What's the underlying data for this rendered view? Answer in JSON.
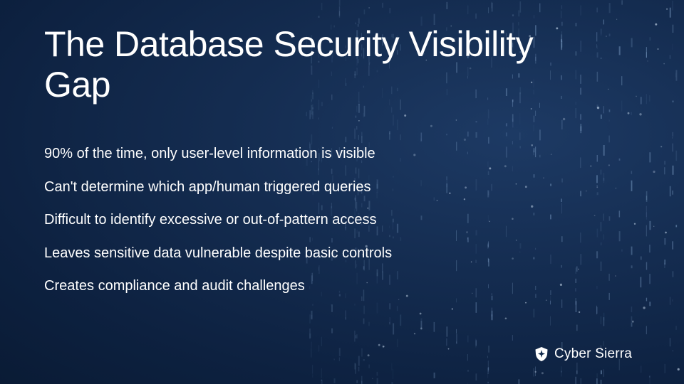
{
  "slide": {
    "title": "The Database Security Visibility Gap",
    "bullets": [
      "90% of the time, only user-level information is visible",
      "Can't determine which app/human triggered queries",
      "Difficult to identify excessive or out-of-pattern access",
      "Leaves sensitive data vulnerable despite basic controls",
      "Creates compliance and audit challenges"
    ]
  },
  "logo": {
    "text": "Cyber Sierra",
    "icon": "shield-icon"
  },
  "colors": {
    "background": "#102a4c",
    "text": "#ffffff"
  }
}
